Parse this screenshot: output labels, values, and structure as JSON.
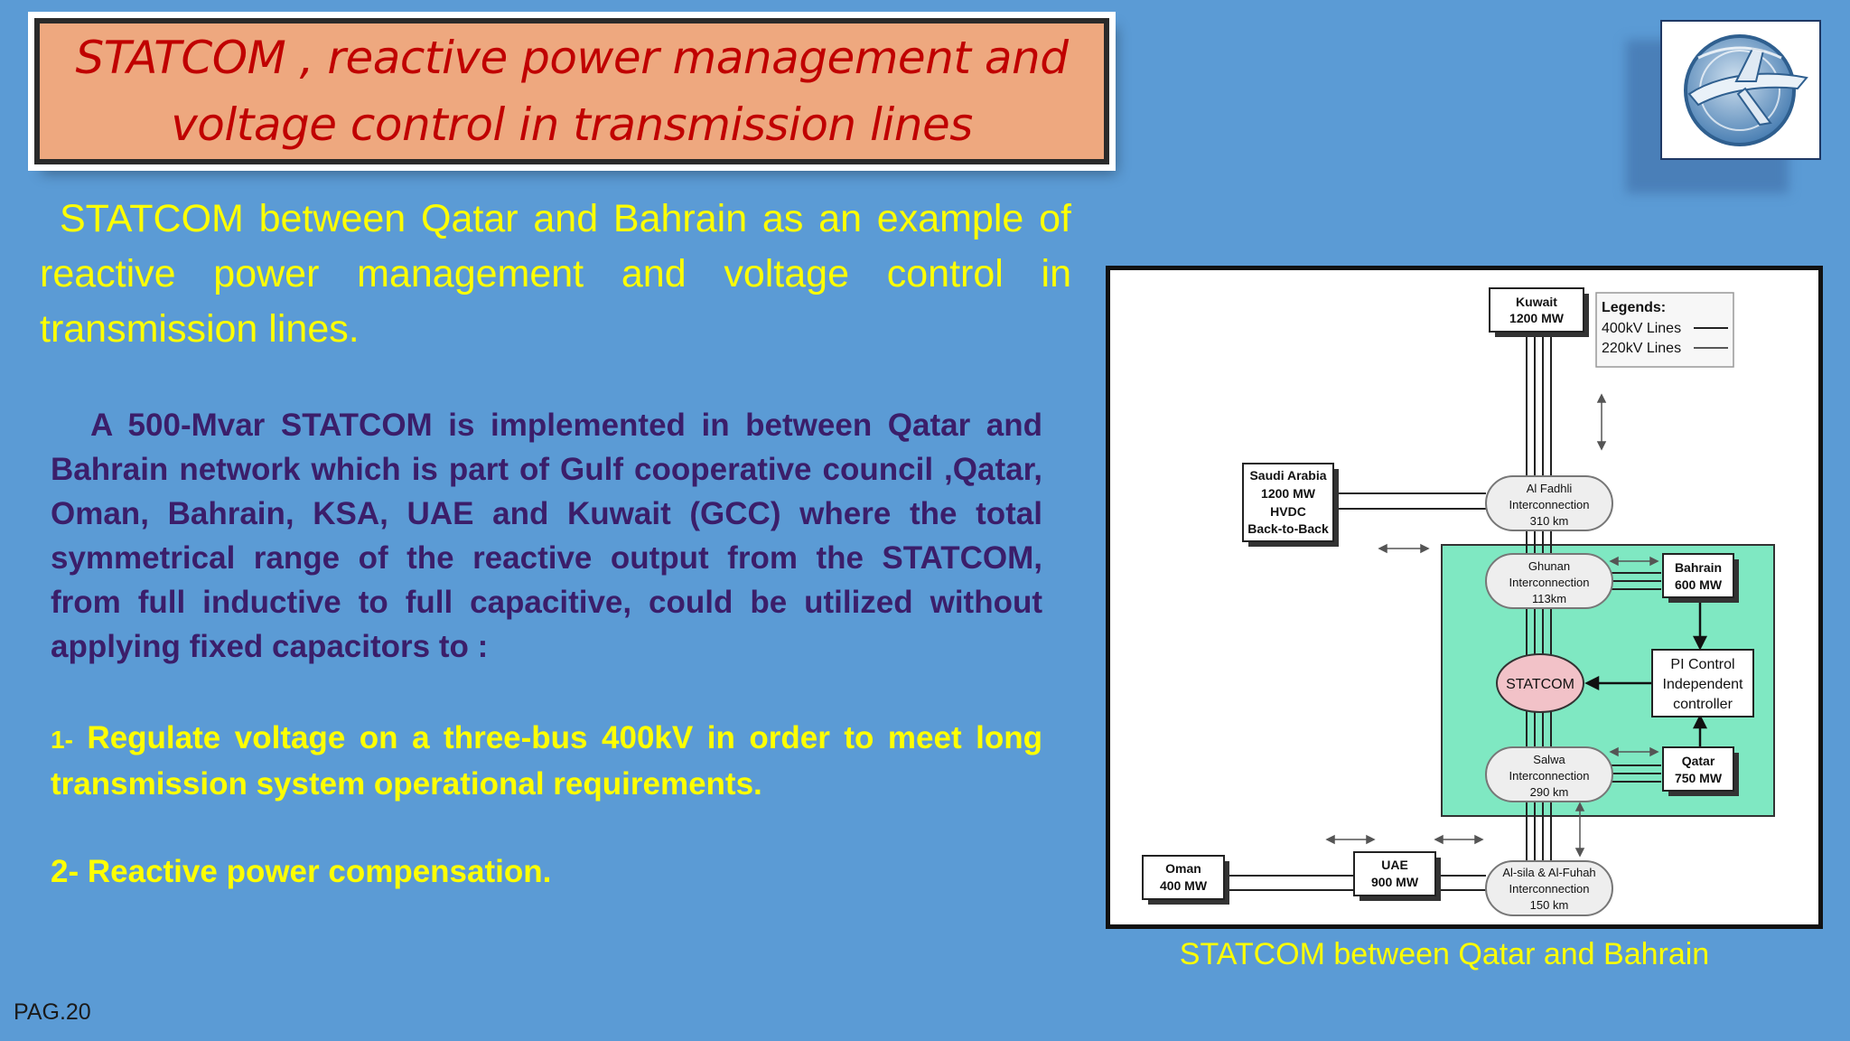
{
  "title": {
    "line1": "STATCOM , reactive power management and",
    "line2": "voltage control in transmission lines"
  },
  "subtitle": "STATCOM between Qatar and Bahrain as an example of reactive power management and voltage control in transmission lines.",
  "paragraph": "A 500-Mvar STATCOM is implemented in between Qatar and Bahrain network which is part of Gulf cooperative council ,Qatar, Oman, Bahrain, KSA, UAE and Kuwait (GCC) where the total symmetrical range of the reactive output from the STATCOM, from full inductive to full capacitive, could be utilized without applying fixed capacitors to :",
  "points": [
    {
      "num": "1-",
      "text": "Regulate voltage on a three-bus 400kV in order to meet long transmission system operational requirements."
    },
    {
      "num": "2-",
      "text": "Reactive power compensation."
    }
  ],
  "logo": {
    "icon": "university-logo-airplane-globe-icon"
  },
  "diagram": {
    "kuwait": [
      "Kuwait",
      "1200 MW"
    ],
    "legend": [
      "Legends:",
      "400kV Lines",
      "220kV Lines"
    ],
    "saudi": [
      "Saudi Arabia",
      "1200 MW",
      "HVDC",
      "Back-to-Back"
    ],
    "alfadhli": [
      "Al Fadhli",
      "Interconnection",
      "310 km"
    ],
    "ghunan": [
      "Ghunan",
      "Interconnection",
      "113km"
    ],
    "bahrain": [
      "Bahrain",
      "600 MW"
    ],
    "statcom": "STATCOM",
    "pi": [
      "PI Control",
      "Independent",
      "controller"
    ],
    "salwa": [
      "Salwa",
      "Interconnection",
      "290 km"
    ],
    "qatar": [
      "Qatar",
      "750 MW"
    ],
    "oman": [
      "Oman",
      "400 MW"
    ],
    "uae": [
      "UAE",
      "900 MW"
    ],
    "alsila": [
      "Al-sila & Al-Fuhah",
      "Interconnection",
      "150 km"
    ],
    "colors": {
      "green_zone": "#7fe8c2",
      "statcom_fill": "#f2c2c8"
    }
  },
  "caption": "STATCOM between Qatar and Bahrain",
  "page_number": "PAG.20",
  "colors": {
    "background": "#5b9bd5",
    "title_box": "#eea87f",
    "title_text": "#c00000",
    "subtitle_text": "#ffff00",
    "body_text": "#3b1e6a"
  }
}
